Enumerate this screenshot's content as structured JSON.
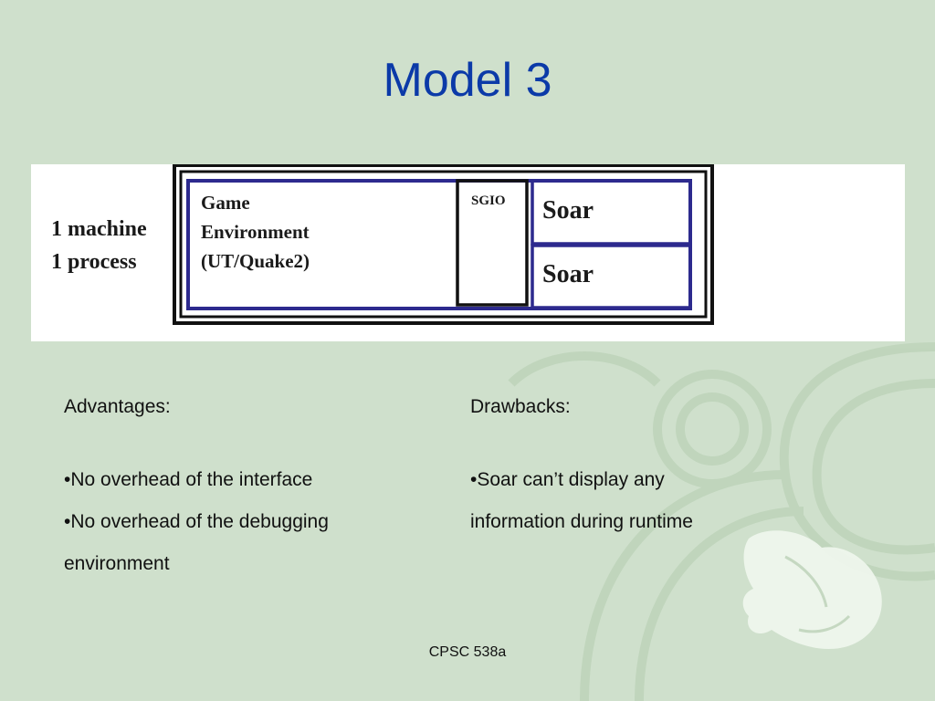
{
  "slide": {
    "title": "Model 3",
    "footer": "CPSC 538a"
  },
  "diagram": {
    "left_label_line1": "1 machine",
    "left_label_line2": "1 process",
    "game_line1": "Game",
    "game_line2": "Environment",
    "game_line3": "(UT/Quake2)",
    "sgio_label": "SGIO",
    "soar_top": "Soar",
    "soar_bottom": "Soar",
    "border_color": "#2d2a8e"
  },
  "advantages": {
    "heading": "Advantages:",
    "items": [
      "•No overhead of the interface",
      "•No overhead of the debugging",
      "environment"
    ]
  },
  "drawbacks": {
    "heading": "Drawbacks:",
    "items": [
      "•Soar can’t display any",
      "information during runtime"
    ]
  },
  "colors": {
    "background": "#cfe0cc",
    "title": "#0b3aa8"
  }
}
